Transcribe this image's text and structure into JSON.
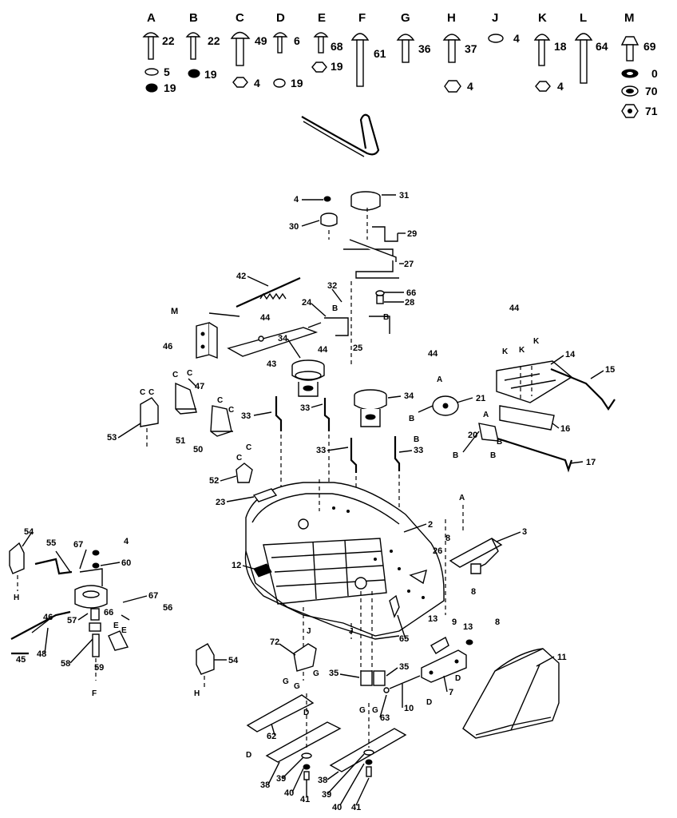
{
  "hardware_header": [
    {
      "letter": "A",
      "qty": [
        "22",
        "5",
        "19"
      ]
    },
    {
      "letter": "B",
      "qty": [
        "22",
        "19"
      ]
    },
    {
      "letter": "C",
      "qty": [
        "49",
        "4"
      ]
    },
    {
      "letter": "D",
      "qty": [
        "6",
        "19"
      ]
    },
    {
      "letter": "E",
      "qty": [
        "68",
        "19"
      ]
    },
    {
      "letter": "F",
      "qty": [
        "61"
      ]
    },
    {
      "letter": "G",
      "qty": [
        "36"
      ]
    },
    {
      "letter": "H",
      "qty": [
        "37",
        "4"
      ]
    },
    {
      "letter": "J",
      "qty": [
        "4"
      ]
    },
    {
      "letter": "K",
      "qty": [
        "18",
        "4"
      ]
    },
    {
      "letter": "L",
      "qty": [
        "64"
      ]
    },
    {
      "letter": "M",
      "qty": [
        "69",
        "0",
        "70",
        "71"
      ]
    }
  ],
  "callouts": {
    "c4a": "4",
    "c31": "31",
    "c30": "30",
    "c29": "29",
    "c27": "27",
    "c42": "42",
    "c32": "32",
    "c66a": "66",
    "c28": "28",
    "c24": "24",
    "cB1": "B",
    "cB2": "B",
    "c25": "25",
    "cM": "M",
    "c44a": "44",
    "c44b": "44",
    "c44c": "44",
    "c44d": "44",
    "c46": "46",
    "c43": "43",
    "c34a": "34",
    "c34b": "34",
    "c47": "47",
    "cC1": "C",
    "cC2": "C",
    "cC3": "C",
    "cC4": "C",
    "cC5": "C",
    "cC6": "C",
    "cC7": "C",
    "cC8": "C",
    "c53": "53",
    "c51": "51",
    "c50": "50",
    "c33a": "33",
    "c33b": "33",
    "c33c": "33",
    "c33d": "33",
    "c52": "52",
    "c23": "23",
    "cK1": "K",
    "cK2": "K",
    "cK3": "K",
    "c14": "14",
    "c15": "15",
    "c16": "16",
    "c17": "17",
    "c21": "21",
    "cA1": "A",
    "cA2": "A",
    "c20": "20",
    "cB3": "B",
    "cB4": "B",
    "cB5": "B",
    "cB6": "B",
    "cB7": "B",
    "c2": "2",
    "c3": "3",
    "c8a": "8",
    "c8b": "8",
    "c8c": "8",
    "c26": "26",
    "cA3": "A",
    "c12": "12",
    "c54a": "54",
    "c55": "55",
    "c67a": "67",
    "c4b": "4",
    "c60": "60",
    "c67b": "67",
    "c56": "56",
    "c66b": "66",
    "c46b": "46",
    "c57": "57",
    "c48": "48",
    "c45": "45",
    "c58": "58",
    "cE1": "E",
    "cE2": "E",
    "c59": "59",
    "cF": "F",
    "cH1": "H",
    "c54b": "54",
    "cH2": "H",
    "c72": "72",
    "cJ1": "J",
    "cJ2": "J",
    "c65": "65",
    "c13a": "13",
    "c9": "9",
    "c13b": "13",
    "c11": "11",
    "c35a": "35",
    "c35b": "35",
    "c10": "10",
    "c7": "7",
    "cD1": "D",
    "cD2": "D",
    "cD3": "D",
    "cD4": "D",
    "c63": "63",
    "c62": "62",
    "cG1": "G",
    "cG2": "G",
    "cG3": "G",
    "cG4": "G",
    "cG5": "G",
    "c38a": "38",
    "c38b": "38",
    "c39a": "39",
    "c39b": "39",
    "c40a": "40",
    "c40b": "40",
    "c41a": "41",
    "c41b": "41"
  }
}
